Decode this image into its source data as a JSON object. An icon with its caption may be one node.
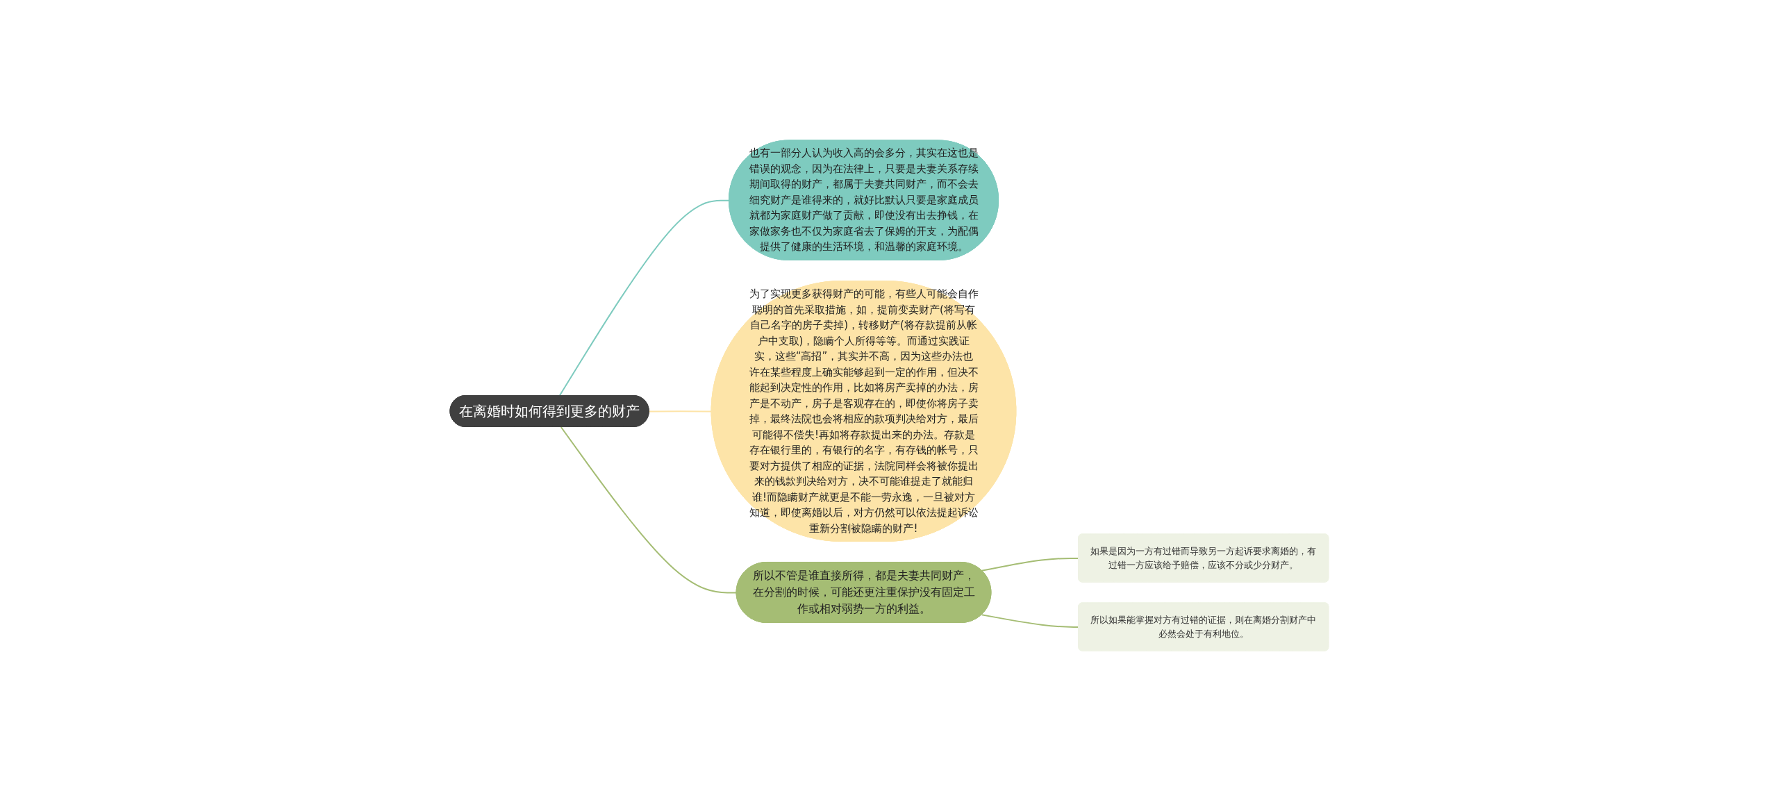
{
  "diagram": {
    "nodes": [
      {
        "text": [
          "在离婚时如何得到更多的财产"
        ]
      },
      {
        "text": [
          "也有一部分人认为收入高的会多分，其实在这也是错误的观念，因为在法律上，只要是夫妻关系存续期间取得的财产，都属于夫妻共同财产，而不会去细究财产是谁得来的，就好比默认只要是家庭成员就都为家庭财产做了贡献，即使没有出去挣钱，在家做家务也不仅为家庭省去了保姆的开支，为配偶提供了健康的生活环境，和温馨的家庭环境。"
        ]
      },
      {
        "text": [
          "为了实现更多获得财产的可能，有些人可能会自作聪明的首先采取措施，如，提前变卖财产(将写有自己名字的房子卖掉)，转移财产(将存款提前从帐户中支取)，隐瞒个人所得等等。而通过实践证实，这些“高招”，其实并不高，因为这些办法也许在某些程度上确实能够起到一定的作用，但决不能起到决定性的作用，比如将房产卖掉的办法，房产是不动产，房子是客观存在的，即使你将房子卖掉，最终法院也会将相应的款项判决给对方，最后可能得不偿失!再如将存款提出来的办法。存款是存在银行里的，有银行的名字，有存钱的帐号，只要对方提供了相应的证据，法院同样会将被你提出来的钱款判决给对方，决不可能谁提走了就能归谁!而隐瞒财产就更是不能一劳永逸，一旦被对方知道，即使离婚以后，对方仍然可以依法提起诉讼重新分割被隐瞒的财产!"
        ]
      },
      {
        "text": [
          "所以不管是谁直接所得，都是夫妻共同财产，在分割的时候，可能还更注重保护没有固定工作或相对弱势一方的利益。"
        ]
      },
      {
        "text": [
          "如果是因为一方有过错而导致另一方起诉要求离婚的，有过错一方应该给予赔偿，应该不分或少分财产。"
        ]
      },
      {
        "text": [
          "所以如果能掌握对方有过错的证据，则在离婚分割财产中必然会处于有利地位。"
        ]
      }
    ],
    "edges": [
      {
        "from": 0,
        "to": 1,
        "arrow": "none",
        "color": "#7ecbbf"
      },
      {
        "from": 0,
        "to": 2,
        "arrow": "none",
        "color": "#fde4a8"
      },
      {
        "from": 0,
        "to": 3,
        "arrow": "none"
      },
      {
        "from": 3,
        "to": 4,
        "arrow": "none"
      },
      {
        "from": 3,
        "to": 5,
        "arrow": "none"
      }
    ]
  }
}
